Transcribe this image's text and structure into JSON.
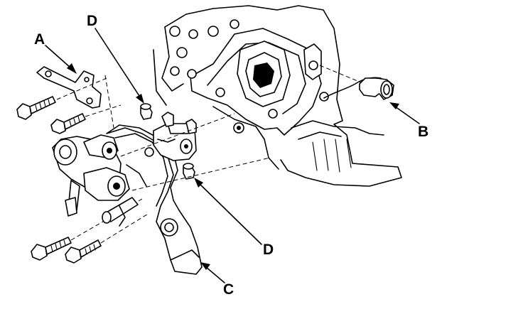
{
  "callouts": {
    "a": "A",
    "b": "B",
    "c": "C",
    "d_top": "D",
    "d_bottom": "D"
  },
  "colors": {
    "line": "#000000",
    "background": "#ffffff"
  }
}
